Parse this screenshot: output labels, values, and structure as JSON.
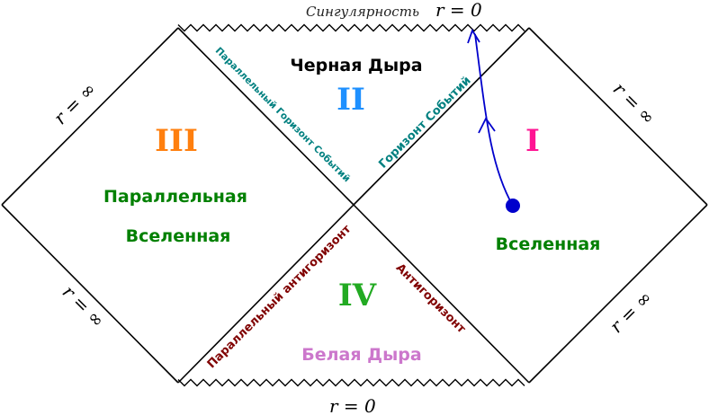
{
  "singularity_top": {
    "label": "Сингулярность",
    "equation": "r = 0"
  },
  "singularity_bottom": {
    "equation": "r = 0"
  },
  "infinity_labels": [
    "r = ∞",
    "r = ∞",
    "r = ∞",
    "r = ∞"
  ],
  "regions": {
    "I": {
      "numeral": "I",
      "label": "Вселенная"
    },
    "II": {
      "numeral": "II",
      "label": "Черная Дыра"
    },
    "III": {
      "numeral": "III",
      "label_line1": "Параллельная",
      "label_line2": "Вселенная"
    },
    "IV": {
      "numeral": "IV",
      "label": "Белая Дыра"
    }
  },
  "horizons": {
    "event": "Горизонт Событий",
    "parallel_event": "Параллельный Горизонт Событий",
    "antihorizon": "Антигоризонт",
    "parallel_antihorizon": "Параллельный антигоризонт"
  },
  "colors": {
    "numeral_I": "#ff1493",
    "numeral_II": "#1e90ff",
    "numeral_III": "#ff7f0e",
    "numeral_IV": "#22aa22",
    "universe_text": "#008000",
    "event_horizon_text": "#008080",
    "antihorizon_text": "#800000",
    "white_hole_text": "#cc77cc",
    "worldline": "#0000cc"
  }
}
